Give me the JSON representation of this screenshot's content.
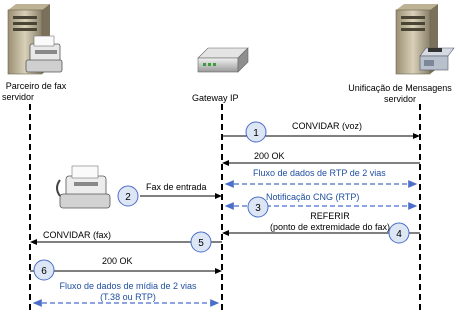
{
  "entities": {
    "fax_partner": {
      "line1": "Parceiro de fax",
      "line2": "servidor"
    },
    "gateway": {
      "label": "Gateway IP"
    },
    "messaging": {
      "line1": "Unificação de Mensagens",
      "line2": "servidor"
    }
  },
  "steps": [
    {
      "number": "1",
      "label": "CONVIDAR (voz)"
    },
    {
      "number": "2",
      "label": "Fax de entrada"
    },
    {
      "number": "3",
      "label": "Notificação CNG (RTP)"
    },
    {
      "number": "4",
      "label_line1": "REFERIR",
      "label_line2": "(ponto de extremidade do fax)"
    },
    {
      "number": "5",
      "label": "CONVIDAR (fax)"
    },
    {
      "number": "6",
      "label": "200 OK"
    }
  ],
  "messages": {
    "ok_1": "200 OK",
    "rtp_stream_voice": "Fluxo de dados de RTP de 2 vias",
    "media_stream_line1": "Fluxo de dados de mídia de 2 vias",
    "media_stream_line2": "(T.38 ou RTP)"
  },
  "colors": {
    "lifeline": "#000000",
    "arrow": "#000000",
    "dashed_stream": "#4a6ec9",
    "stream_text": "#1f4fa0",
    "circle_fill": "#dde6f4",
    "circle_stroke": "#4a6ec9"
  },
  "icons": [
    "server-icon",
    "fax-machine-icon",
    "router-icon",
    "telephone-icon"
  ]
}
